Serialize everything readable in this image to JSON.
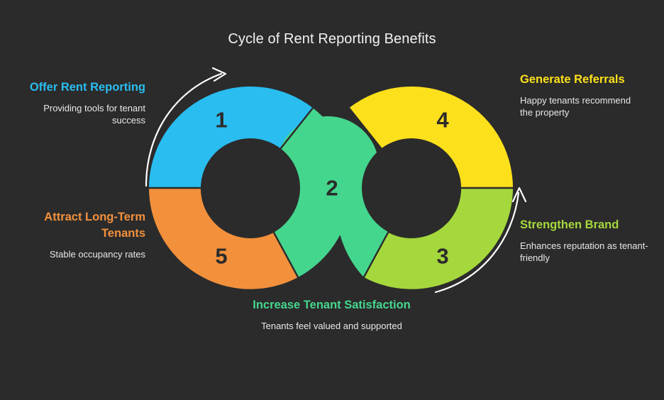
{
  "title": "Cycle of Rent Reporting Benefits",
  "colors": {
    "background": "#2b2b2b",
    "blue": "#29bdf0",
    "green": "#45d68e",
    "yellow": "#fce01b",
    "lime": "#a5d83c",
    "orange": "#f2903c",
    "arrow": "#ffffff",
    "title_text": "#f2f2f2",
    "body_text": "#e8e8e8",
    "number_text": "#2b2b2b"
  },
  "chart_data": {
    "type": "pie",
    "title": "Cycle of Rent Reporting Benefits",
    "subtype": "infinity-donut-cycle",
    "legend_position": "around",
    "steps": [
      {
        "number": "1",
        "title": "Offer Rent Reporting",
        "description": "Providing tools for tenant success",
        "color": "#29bdf0",
        "ring": "left",
        "title_align": "right"
      },
      {
        "number": "2",
        "title": "Increase Tenant Satisfaction",
        "description": "Tenants feel valued and supported",
        "color": "#45d68e",
        "ring": "crossover",
        "title_align": "center"
      },
      {
        "number": "3",
        "title": "Strengthen Brand",
        "description": "Enhances reputation as tenant-friendly",
        "color": "#a5d83c",
        "ring": "right",
        "title_align": "left"
      },
      {
        "number": "4",
        "title": "Generate Referrals",
        "description": "Happy tenants recommend the property",
        "color": "#fce01b",
        "ring": "right",
        "title_align": "left"
      },
      {
        "number": "5",
        "title": "Attract Long-Term Tenants",
        "description": "Stable occupancy rates",
        "color": "#f2903c",
        "ring": "left",
        "title_align": "right"
      }
    ],
    "arrows": [
      {
        "name": "left-cycle-arrow",
        "direction": "clockwise-upward",
        "side": "left"
      },
      {
        "name": "right-cycle-arrow",
        "direction": "counterclockwise-upward",
        "side": "right"
      }
    ]
  }
}
